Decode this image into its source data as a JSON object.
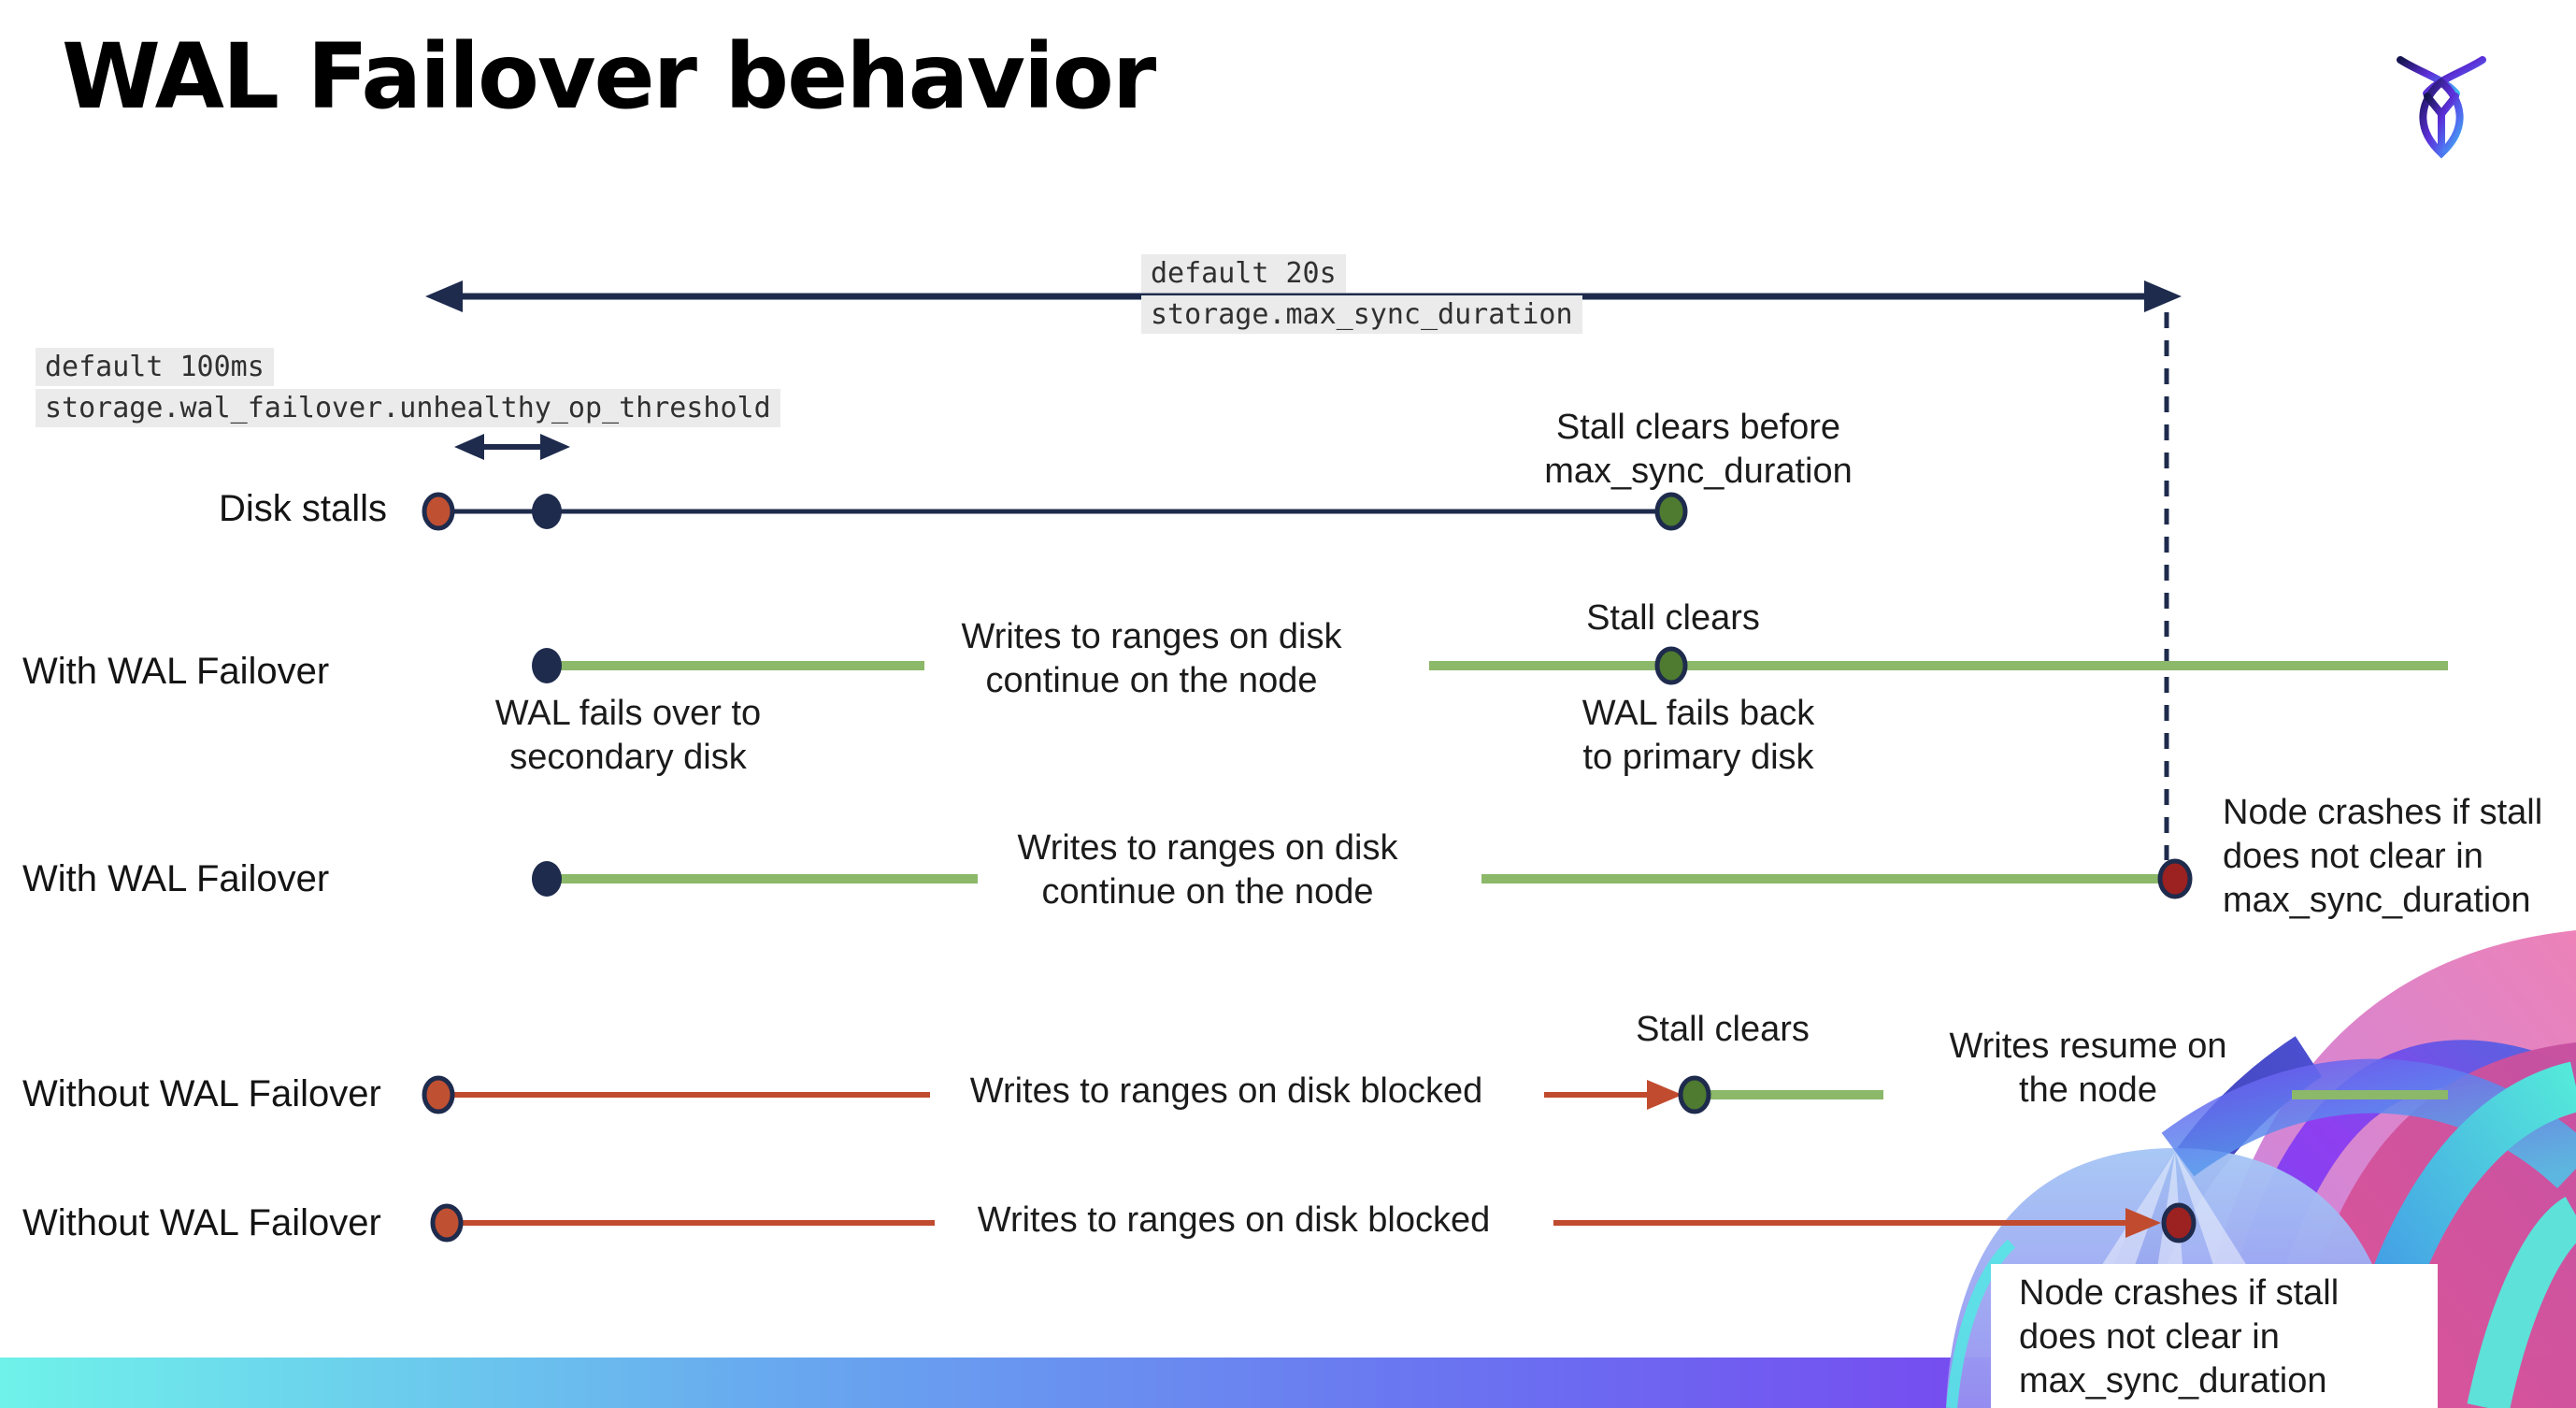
{
  "page": {
    "title": "WAL Failover behavior"
  },
  "brand": {
    "logo": "cockroachdb-logo"
  },
  "settings": {
    "max_sync_duration": {
      "line1": "default 20s",
      "line2": "storage.max_sync_duration"
    },
    "unhealthy_op_threshold": {
      "line1": "default 100ms",
      "line2": "storage.wal_failover.unhealthy_op_threshold"
    }
  },
  "rows": [
    {
      "label": "Disk stalls",
      "annotations": {
        "stall_clears": "Stall clears before\nmax_sync_duration"
      }
    },
    {
      "label": "With WAL Failover",
      "annotations": {
        "failover": "WAL fails over to\nsecondary disk",
        "writes": "Writes to ranges on disk\ncontinue on the node",
        "stall_clears": "Stall clears",
        "failback": "WAL fails  back\nto primary disk"
      }
    },
    {
      "label": "With WAL Failover",
      "annotations": {
        "writes": "Writes to ranges on disk\ncontinue on the node",
        "crash": "Node crashes if stall\ndoes not clear in\nmax_sync_duration"
      }
    },
    {
      "label": "Without WAL Failover",
      "annotations": {
        "writes": "Writes to ranges on disk  blocked",
        "stall_clears": "Stall clears",
        "resume": "Writes resume on\nthe node"
      }
    },
    {
      "label": "Without WAL Failover",
      "annotations": {
        "writes": "Writes to ranges on disk  blocked",
        "crash": "Node crashes if stall\ndoes not clear in\nmax_sync_duration"
      }
    }
  ],
  "colors": {
    "navy": "#1e2b4d",
    "stall_dot": "#c05032",
    "crash_dot": "#9c2121",
    "clear_dot": "#4e7b30",
    "healthy_line": "#8cb869",
    "stalled_line": "#c14b2e",
    "label_chip_bg": "#ebebeb",
    "bottom_bar_gradient": [
      "#6ff2ea",
      "#68a9ef",
      "#6b6cf1",
      "#7c3bef",
      "#a736e3"
    ]
  }
}
